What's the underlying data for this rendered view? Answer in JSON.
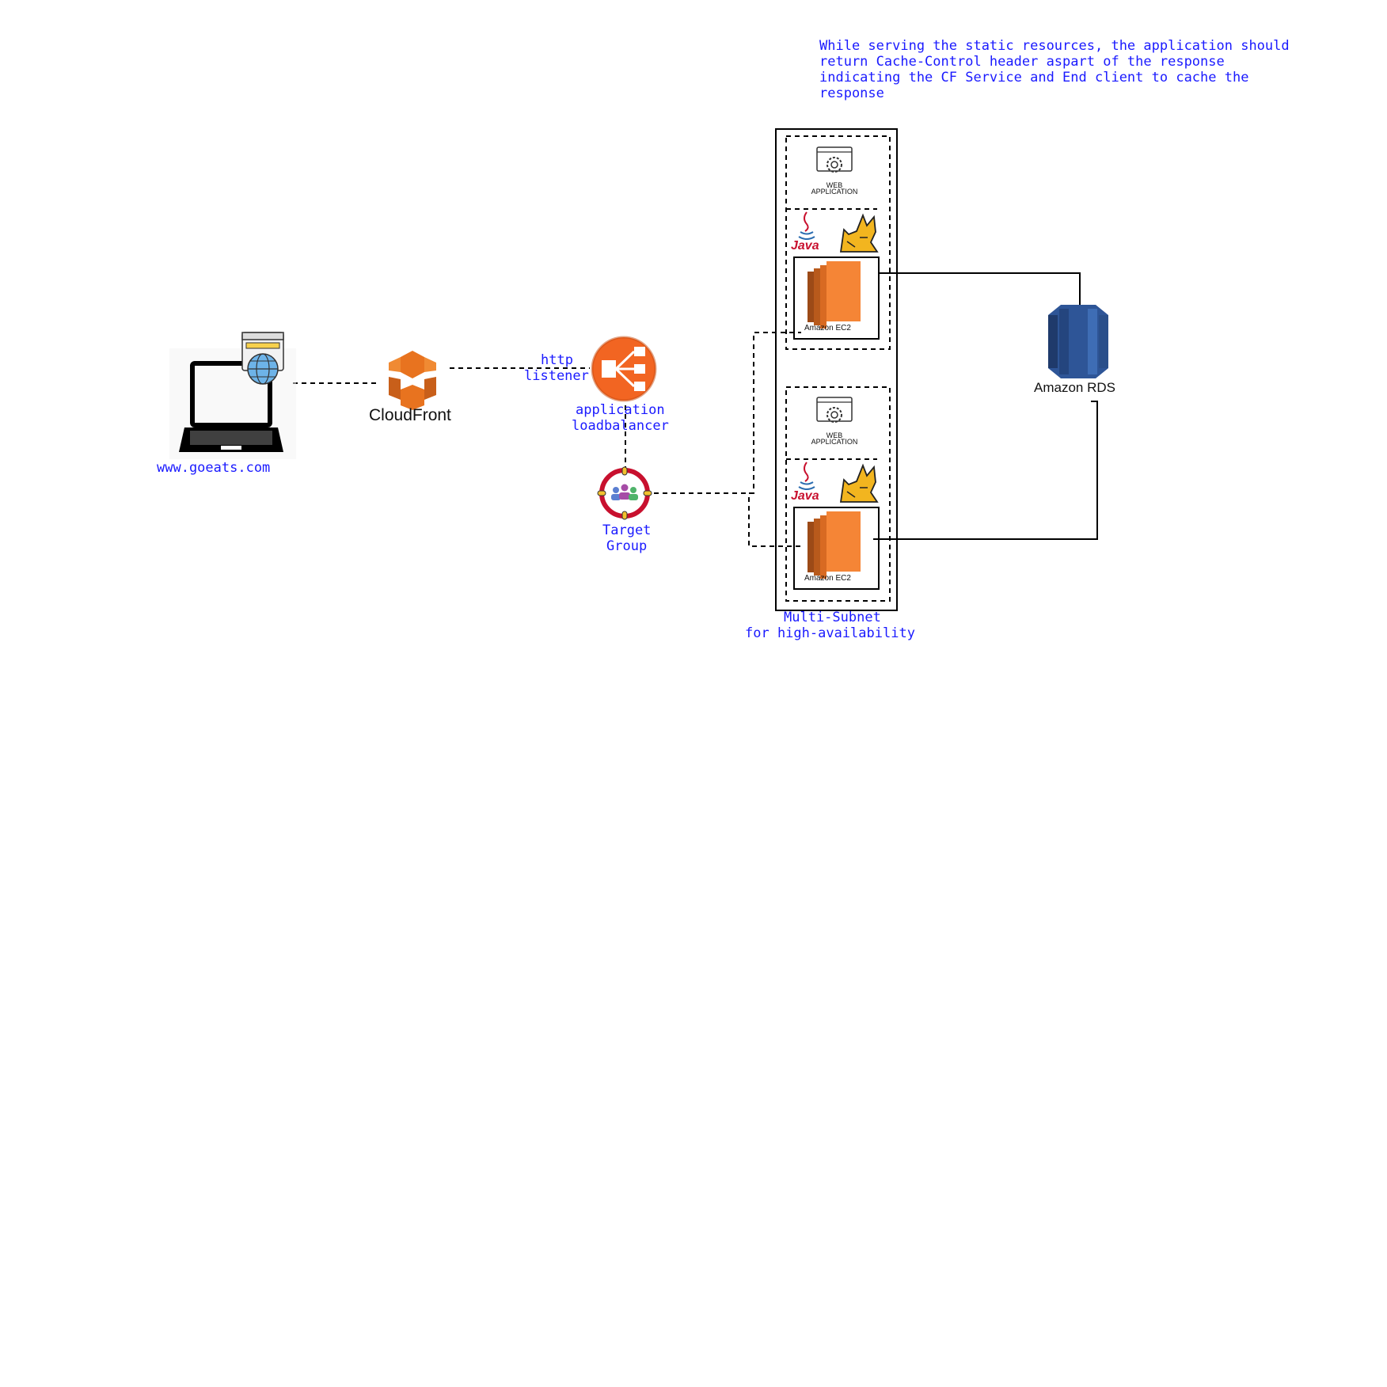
{
  "annotation": {
    "lines": [
      "While serving the static resources, the application should",
      "return Cache-Control header aspart of the response",
      "indicating the CF Service and End client to cache the",
      "response"
    ]
  },
  "client": {
    "label": "www.goeats.com",
    "icon": "laptop-browser-icon"
  },
  "cloudfront": {
    "label": "CloudFront",
    "icon": "aws-cloudfront-icon",
    "color": "#e8731f"
  },
  "listener": {
    "line1": "http",
    "line2": "listener"
  },
  "alb": {
    "line1": "application",
    "line2": "loadbalancer",
    "icon": "aws-elb-icon",
    "color": "#f26522"
  },
  "target_group": {
    "line1": "Target",
    "line2": "Group",
    "icon": "target-group-icon",
    "ring_color": "#c8102e"
  },
  "subnet": {
    "line1": "Multi-Subnet",
    "line2": "for high-availability",
    "instances": [
      {
        "web_label_1": "WEB",
        "web_label_2": "APPLICATION",
        "java_label": "Java",
        "ec2_label": "Amazon EC2"
      },
      {
        "web_label_1": "WEB",
        "web_label_2": "APPLICATION",
        "java_label": "Java",
        "ec2_label": "Amazon EC2"
      }
    ]
  },
  "rds": {
    "label": "Amazon RDS",
    "icon": "aws-rds-icon",
    "color": "#2e5597"
  },
  "colors": {
    "label_blue": "#1a1aff",
    "ec2_orange": "#f58536",
    "tomcat_yellow": "#f2b51f"
  }
}
